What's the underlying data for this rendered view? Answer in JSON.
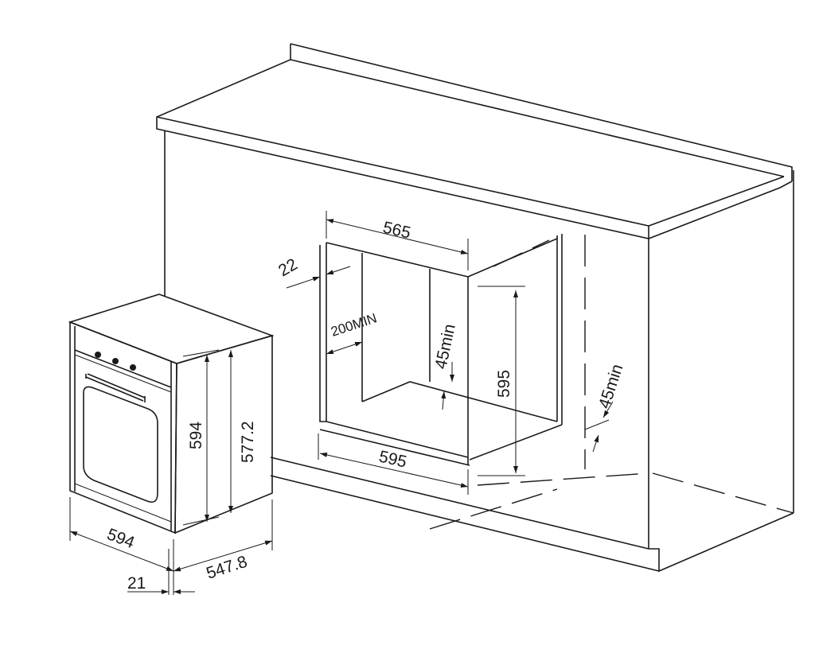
{
  "diagram": {
    "type": "built-in oven installation dimensions",
    "cutout": {
      "width_top": "565",
      "side_gap": "22",
      "rear_clearance": "200MIN",
      "vent_inner": "45min",
      "height": "595",
      "vent_outer": "45min",
      "width_bottom": "595"
    },
    "oven": {
      "height": "594",
      "body_height": "577.2",
      "width": "594",
      "depth": "547.8",
      "front_thickness": "21"
    }
  }
}
